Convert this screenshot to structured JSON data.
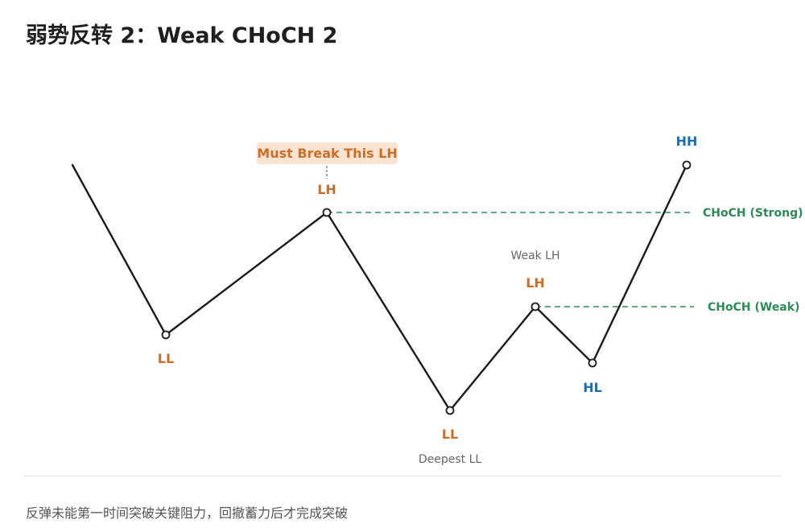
{
  "title": "弱势反转 2：Weak CHoCH 2",
  "caption": "反弹未能第一时间突破关键阻力，回撤蓄力后才完成突破",
  "colors": {
    "orange": "#c96f2a",
    "blue": "#1a6fb5",
    "green": "#2e8b57",
    "line": "#1a1a1a",
    "callout_bg": "#fbe3d1"
  },
  "points": [
    {
      "label": "LL",
      "color": "orange",
      "note": ""
    },
    {
      "label": "LH",
      "color": "orange",
      "note": ""
    },
    {
      "label": "LL",
      "color": "orange",
      "note": "Deepest LL"
    },
    {
      "label": "LH",
      "color": "orange",
      "note": "Weak LH"
    },
    {
      "label": "HL",
      "color": "blue",
      "note": ""
    },
    {
      "label": "HH",
      "color": "blue",
      "note": ""
    }
  ],
  "callout": "Must Break This LH",
  "levels": {
    "strong": "CHoCH (Strong)",
    "weak": "CHoCH (Weak)"
  }
}
